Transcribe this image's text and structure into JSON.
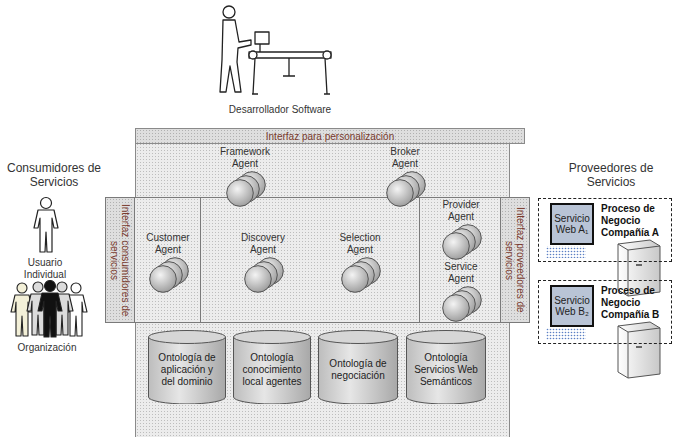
{
  "diagram": {
    "nodes": [
      {
        "text": [
          "Interfaz para personalización"
        ]
      },
      {
        "text": [
          "Framework Agent"
        ]
      },
      {
        "text": [
          "Broker Agent"
        ]
      },
      {
        "text": [
          "Interfaz consumidores de servicios"
        ]
      },
      {
        "text": [
          "Customer Agent"
        ]
      },
      {
        "text": [
          "Discovery Agent"
        ]
      },
      {
        "text": [
          "Selection Agent"
        ]
      },
      {
        "text": [
          "Provider Agent"
        ]
      },
      {
        "text": [
          "Service Agent"
        ]
      },
      {
        "text": [
          "Interfaz proveedores de servicios"
        ]
      },
      {
        "text": [
          "Ontología de aplicación y del dominio"
        ]
      },
      {
        "text": [
          "Ontología conocimiento local agentes"
        ]
      },
      {
        "text": [
          "Ontología de negociación"
        ]
      },
      {
        "text": [
          "Ontología Servicios Web Semánticos"
        ]
      },
      {
        "text": [
          "Proceso de Negocio Compañía A"
        ]
      },
      {
        "text": [
          "Servicio Web A₁"
        ],
        "in": 14
      },
      {
        "text": [
          "Proceso de Negocio Compañía B"
        ]
      },
      {
        "text": [
          "Servicio Web B₂"
        ],
        "in": 16
      }
    ],
    "labels": [
      "Desarrollador Software",
      "Consumidores de Servicios",
      "Usuario Individual",
      "Organización",
      "Proveedores de Servicios"
    ]
  }
}
